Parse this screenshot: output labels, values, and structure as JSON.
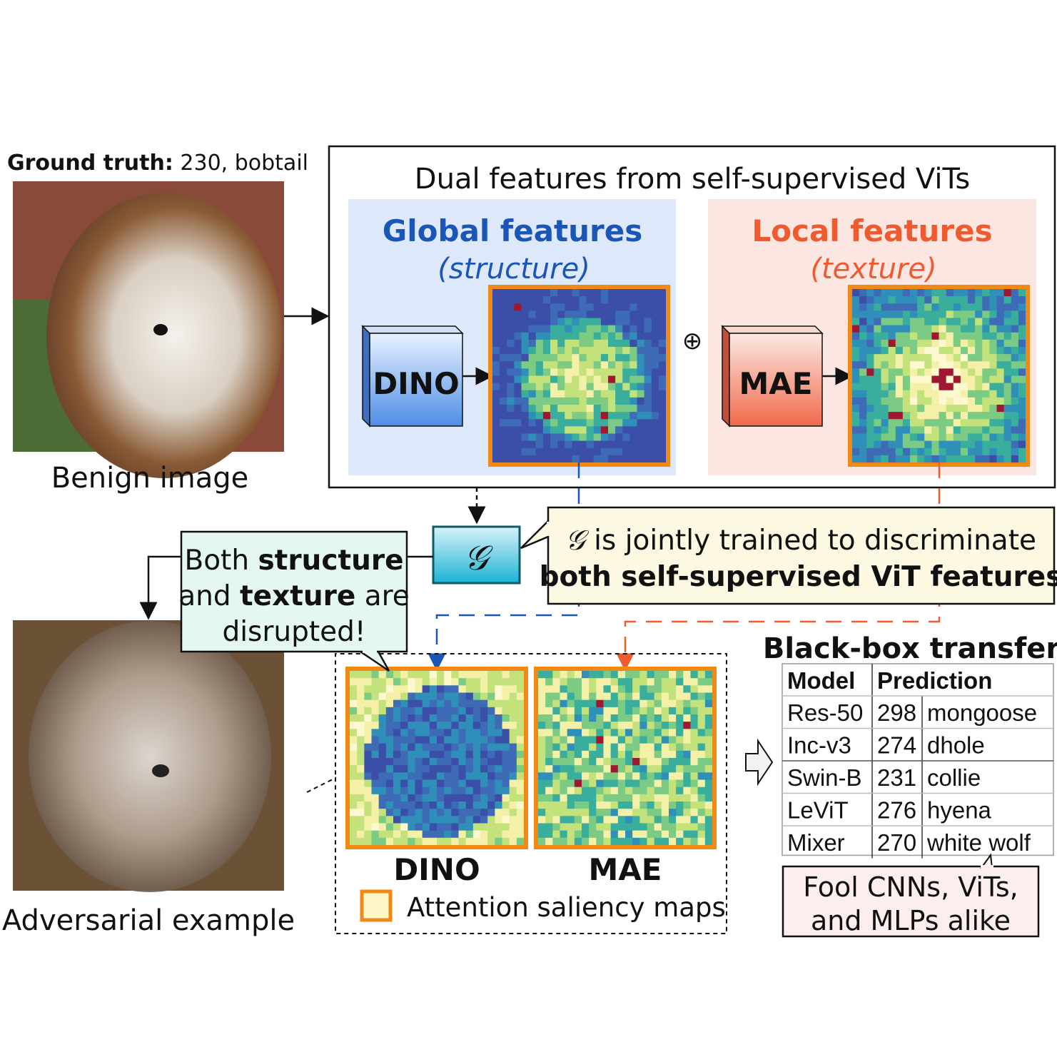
{
  "benign": {
    "gt_label": "Ground truth:",
    "gt_value": " 230, bobtail",
    "caption": "Benign image"
  },
  "dual": {
    "title": "Dual features from self-supervised ViTs",
    "global_title": "Global features",
    "global_sub": "(structure)",
    "local_title": "Local features",
    "local_sub": "(texture)",
    "dino": "DINO",
    "mae": "MAE",
    "plus": "⊕"
  },
  "generator": {
    "symbol": "𝒢"
  },
  "callout": {
    "symbol": "𝒢",
    "line1": " is jointly trained to discriminate",
    "line2": "both self-supervised ViT features"
  },
  "disrupt": {
    "w1": "Both ",
    "b1": "structure",
    "w2": "and ",
    "b2": "texture",
    "w3": " are",
    "line3": "disrupted!"
  },
  "adversarial": {
    "caption": "Adversarial example"
  },
  "saliency": {
    "dino": "DINO",
    "mae": "MAE",
    "legend": "Attention saliency maps"
  },
  "transfer": {
    "title": "Black-box transfer",
    "headers": [
      "Model",
      "Prediction"
    ],
    "rows": [
      [
        "Res-50",
        "298",
        "mongoose"
      ],
      [
        "Inc-v3",
        "274",
        "dhole"
      ],
      [
        "Swin-B",
        "231",
        "collie"
      ],
      [
        "LeViT",
        "276",
        "hyena"
      ],
      [
        "Mixer",
        "270",
        "white wolf"
      ]
    ],
    "note1": "Fool CNNs, ViTs,",
    "note2": "and MLPs alike"
  },
  "colors": {
    "blue": "#1a55b8",
    "orange": "#ef5a2f",
    "frame": "#f08a14"
  }
}
